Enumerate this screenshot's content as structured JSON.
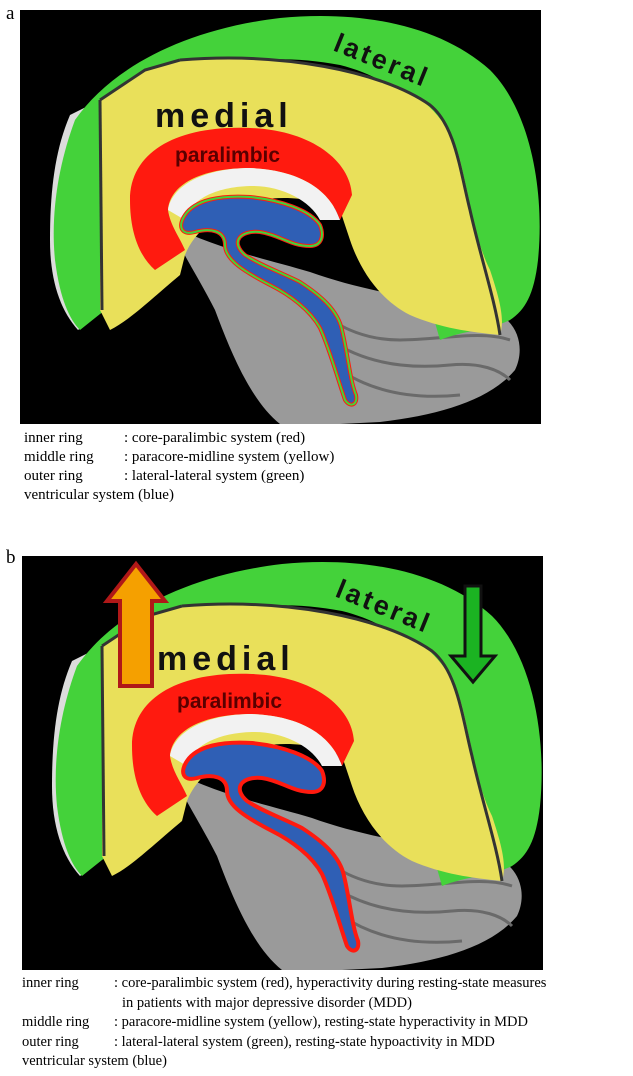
{
  "panel_a": {
    "letter": "a",
    "labels": {
      "medial": "medial",
      "paralimbic": "paralimbic",
      "lateral": "lateral"
    },
    "legend": [
      {
        "term": "inner ring",
        "desc": ": core-paralimbic system (red)"
      },
      {
        "term": "middle ring",
        "desc": ": paracore-midline system (yellow)"
      },
      {
        "term": "outer ring",
        "desc": ": lateral-lateral system (green)"
      },
      {
        "term": "ventricular system (blue)",
        "desc": ""
      }
    ]
  },
  "panel_b": {
    "letter": "b",
    "labels": {
      "medial": "medial",
      "paralimbic": "paralimbic",
      "lateral": "lateral"
    },
    "legend": [
      {
        "term": "inner ring",
        "desc": ": core-paralimbic system (red), hyperactivity during resting-state measures"
      },
      {
        "term": "",
        "desc": "in patients with major depressive disorder  (MDD)"
      },
      {
        "term": "middle ring",
        "desc": ": paracore-midline system (yellow), resting-state hyperactivity in MDD"
      },
      {
        "term": "outer ring",
        "desc": ": lateral-lateral system (green), resting-state hypoactivity in MDD"
      },
      {
        "term": "ventricular system (blue)",
        "desc": ""
      }
    ]
  },
  "colors": {
    "inner_ring": "#ff1a0f",
    "middle_ring": "#e9e05a",
    "outer_ring": "#44d23a",
    "ventricles": "#2f5fb5",
    "background": "#000000",
    "arrow_up": "#f5a000",
    "arrow_up_outline": "#b01818",
    "arrow_down": "#1bb322"
  }
}
